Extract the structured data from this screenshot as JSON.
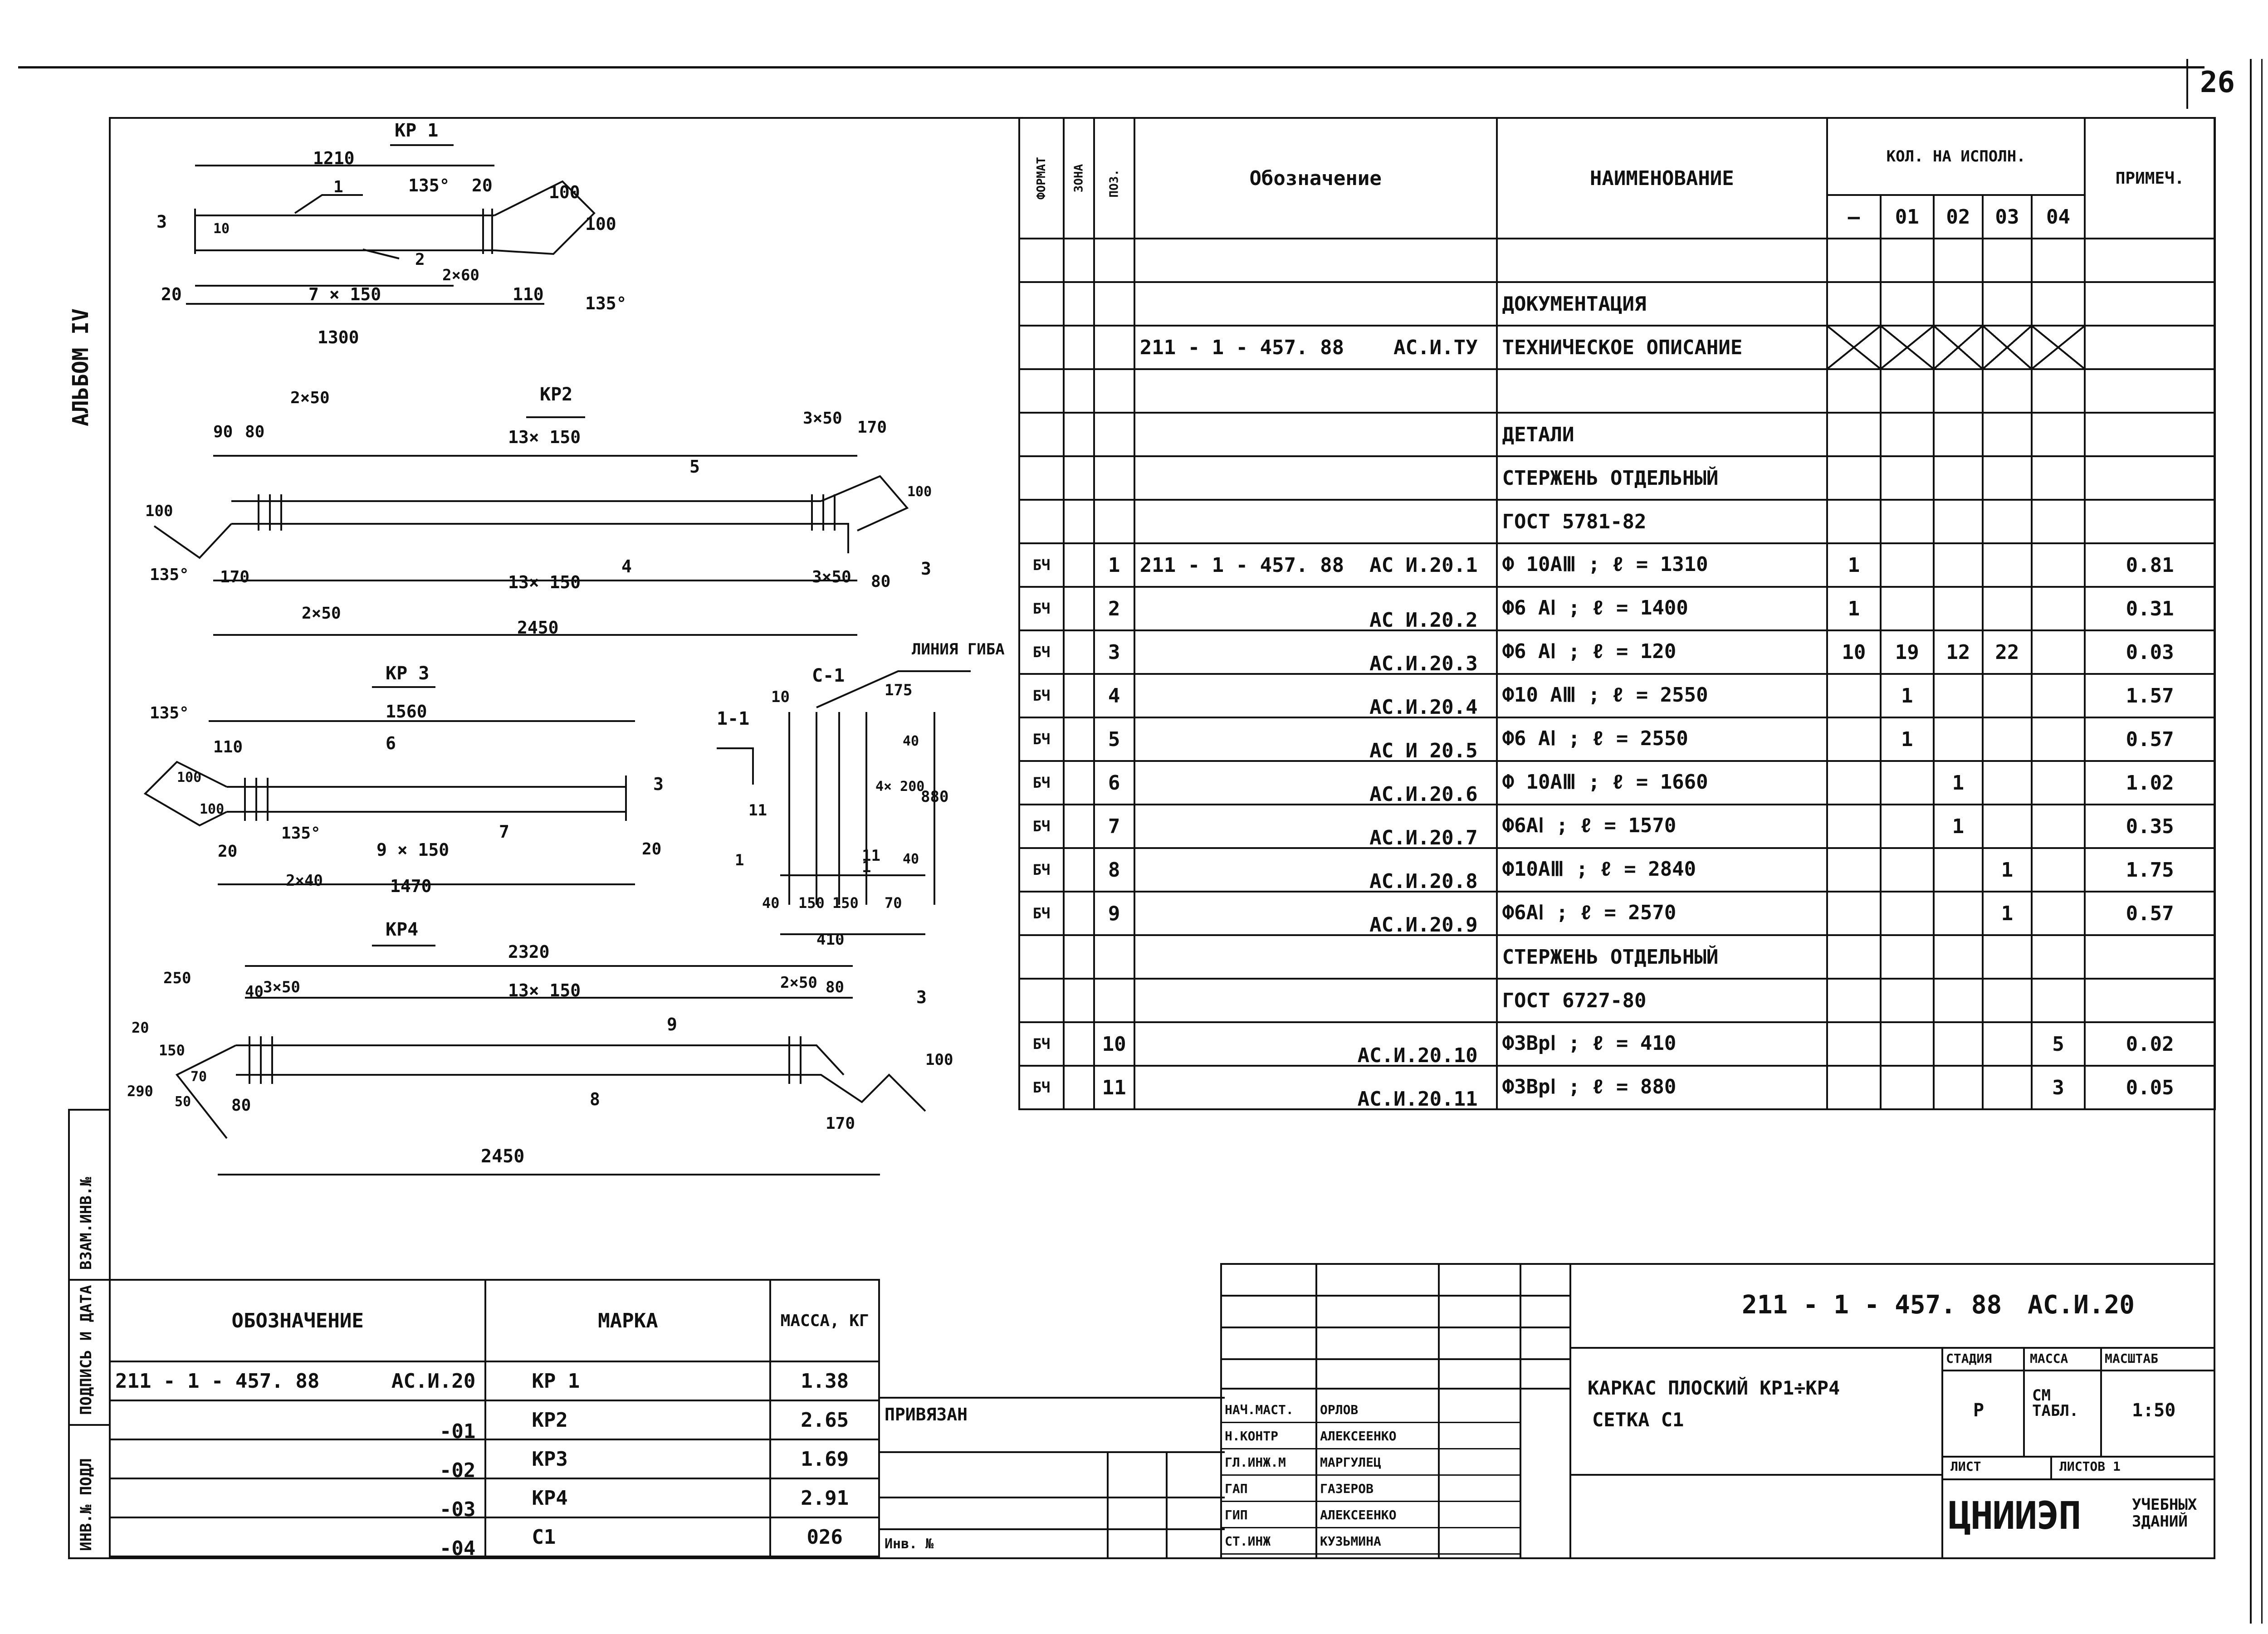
{
  "page_number": "26",
  "album": "АЛЬБОМ IV",
  "side_labels": [
    "ИНВ.№ ПОДЛ",
    "ПОДПИСЬ И ДАТА",
    "ВЗАМ.ИНВ.№"
  ],
  "drawings": {
    "kr1": {
      "title": "КР 1",
      "dims": [
        "1210",
        "135°",
        "20",
        "100",
        "100",
        "3",
        "10",
        "20",
        "7 × 150",
        "2×60",
        "110",
        "135°",
        "1300",
        "1",
        "2"
      ]
    },
    "kr2": {
      "title": "КР2",
      "dims": [
        "2×50",
        "90",
        "80",
        "13× 150",
        "3×50",
        "170",
        "5",
        "100",
        "100",
        "135°",
        "170",
        "13× 150",
        "4",
        "3×50",
        "80",
        "3",
        "2×50",
        "2450"
      ]
    },
    "kr3": {
      "title": "КР 3",
      "dims": [
        "135°",
        "1560",
        "110",
        "6",
        "3",
        "100",
        "100",
        "135°",
        "9 × 150",
        "7",
        "20",
        "20",
        "2×40",
        "1470"
      ]
    },
    "kr4": {
      "title": "КР4",
      "dims": [
        "2320",
        "250",
        "40",
        "3×50",
        "13× 150",
        "2×50",
        "80",
        "3",
        "9",
        "100",
        "20",
        "150",
        "70",
        "290",
        "50",
        "80",
        "8",
        "170",
        "2450"
      ]
    },
    "c1": {
      "title": "С-1",
      "section": "1-1",
      "bend_label": "ЛИНИЯ ГИБА",
      "dims": [
        "10",
        "175",
        "40",
        "4× 200",
        "880",
        "40",
        "11",
        "11",
        "1",
        "1",
        "40",
        "150",
        "150",
        "70",
        "410"
      ]
    }
  },
  "spec_header": {
    "format": "ФОРМАТ",
    "zone": "ЗОНА",
    "pos": "ПОЗ.",
    "designation": "Обозначение",
    "name": "НАИМЕНОВАНИЕ",
    "qty": "КОЛ. НА ИСПОЛН.",
    "qty_cols": [
      "–",
      "01",
      "02",
      "03",
      "04"
    ],
    "note": "ПРИМЕЧ."
  },
  "spec_rows": [
    {
      "fmt": "",
      "pos": "",
      "des_a": "",
      "des_b": "",
      "name": "",
      "q": [
        "",
        "",
        "",
        "",
        ""
      ],
      "note": ""
    },
    {
      "fmt": "",
      "pos": "",
      "des_a": "",
      "des_b": "",
      "name": "ДОКУМЕНТАЦИЯ",
      "q": [
        "",
        "",
        "",
        "",
        ""
      ],
      "note": ""
    },
    {
      "fmt": "",
      "pos": "",
      "des_a": "211 - 1 - 457. 88",
      "des_b": "АС.И.ТУ",
      "name": "ТЕХНИЧЕСКОЕ ОПИСАНИЕ",
      "q": [
        "",
        "",
        "",
        "",
        ""
      ],
      "note": "",
      "crossed": true
    },
    {
      "fmt": "",
      "pos": "",
      "des_a": "",
      "des_b": "",
      "name": "",
      "q": [
        "",
        "",
        "",
        "",
        ""
      ],
      "note": ""
    },
    {
      "fmt": "",
      "pos": "",
      "des_a": "",
      "des_b": "",
      "name": "ДЕТАЛИ",
      "q": [
        "",
        "",
        "",
        "",
        ""
      ],
      "note": ""
    },
    {
      "fmt": "",
      "pos": "",
      "des_a": "",
      "des_b": "",
      "name": "СТЕРЖЕНЬ ОТДЕЛЬНЫЙ",
      "q": [
        "",
        "",
        "",
        "",
        ""
      ],
      "note": ""
    },
    {
      "fmt": "",
      "pos": "",
      "des_a": "",
      "des_b": "",
      "name": "ГОСТ 5781-82",
      "q": [
        "",
        "",
        "",
        "",
        ""
      ],
      "note": ""
    },
    {
      "fmt": "БЧ",
      "pos": "1",
      "des_a": "211 - 1 - 457. 88",
      "des_b": "АС И.20.1",
      "name": "Ф 10АⅢ ; ℓ = 1310",
      "q": [
        "1",
        "",
        "",
        "",
        ""
      ],
      "note": "0.81"
    },
    {
      "fmt": "БЧ",
      "pos": "2",
      "des_a": "",
      "des_b": "АС И.20.2",
      "name": "Ф6 АⅠ ; ℓ = 1400",
      "q": [
        "1",
        "",
        "",
        "",
        ""
      ],
      "note": "0.31"
    },
    {
      "fmt": "БЧ",
      "pos": "3",
      "des_a": "",
      "des_b": "АС.И.20.3",
      "name": "Ф6 АⅠ ; ℓ = 120",
      "q": [
        "10",
        "19",
        "12",
        "22",
        ""
      ],
      "note": "0.03"
    },
    {
      "fmt": "БЧ",
      "pos": "4",
      "des_a": "",
      "des_b": "АС.И.20.4",
      "name": "Ф10 АⅢ ; ℓ = 2550",
      "q": [
        "",
        "1",
        "",
        "",
        ""
      ],
      "note": "1.57"
    },
    {
      "fmt": "БЧ",
      "pos": "5",
      "des_a": "",
      "des_b": "АС И 20.5",
      "name": "Ф6 АⅠ ; ℓ = 2550",
      "q": [
        "",
        "1",
        "",
        "",
        ""
      ],
      "note": "0.57"
    },
    {
      "fmt": "БЧ",
      "pos": "6",
      "des_a": "",
      "des_b": "АС.И.20.6",
      "name": "Ф 10АⅢ ; ℓ = 1660",
      "q": [
        "",
        "",
        "1",
        "",
        ""
      ],
      "note": "1.02"
    },
    {
      "fmt": "БЧ",
      "pos": "7",
      "des_a": "",
      "des_b": "АС.И.20.7",
      "name": "Ф6АⅠ ; ℓ = 1570",
      "q": [
        "",
        "",
        "1",
        "",
        ""
      ],
      "note": "0.35"
    },
    {
      "fmt": "БЧ",
      "pos": "8",
      "des_a": "",
      "des_b": "АС.И.20.8",
      "name": "Ф10АⅢ ; ℓ = 2840",
      "q": [
        "",
        "",
        "",
        "1",
        ""
      ],
      "note": "1.75"
    },
    {
      "fmt": "БЧ",
      "pos": "9",
      "des_a": "",
      "des_b": "АС.И.20.9",
      "name": "Ф6АⅠ ; ℓ = 2570",
      "q": [
        "",
        "",
        "",
        "1",
        ""
      ],
      "note": "0.57"
    },
    {
      "fmt": "",
      "pos": "",
      "des_a": "",
      "des_b": "",
      "name": "СТЕРЖЕНЬ ОТДЕЛЬНЫЙ",
      "q": [
        "",
        "",
        "",
        "",
        ""
      ],
      "note": ""
    },
    {
      "fmt": "",
      "pos": "",
      "des_a": "",
      "des_b": "",
      "name": "ГОСТ 6727-80",
      "q": [
        "",
        "",
        "",
        "",
        ""
      ],
      "note": ""
    },
    {
      "fmt": "БЧ",
      "pos": "10",
      "des_a": "",
      "des_b": "АС.И.20.10",
      "name": "Ф3ВрⅠ ; ℓ = 410",
      "q": [
        "",
        "",
        "",
        "",
        "5"
      ],
      "note": "0.02"
    },
    {
      "fmt": "БЧ",
      "pos": "11",
      "des_a": "",
      "des_b": "АС.И.20.11",
      "name": "Ф3ВрⅠ ; ℓ = 880",
      "q": [
        "",
        "",
        "",
        "",
        "3"
      ],
      "note": "0.05"
    }
  ],
  "mass_table": {
    "headers": [
      "ОБОЗНАЧЕНИЕ",
      "МАРКА",
      "МАССА, КГ"
    ],
    "rows": [
      {
        "des_a": "211 - 1 - 457. 88",
        "des_b": "АС.И.20",
        "mark": "КР 1",
        "mass": "1.38"
      },
      {
        "des_a": "",
        "des_b": "-01",
        "mark": "КР2",
        "mass": "2.65"
      },
      {
        "des_a": "",
        "des_b": "-02",
        "mark": "КР3",
        "mass": "1.69"
      },
      {
        "des_a": "",
        "des_b": "-03",
        "mark": "КР4",
        "mass": "2.91"
      },
      {
        "des_a": "",
        "des_b": "-04",
        "mark": "С1",
        "mass": "026"
      }
    ]
  },
  "privyazan": "ПРИВЯЗАН",
  "inv_no": "Инв. №",
  "stamp": {
    "roles": [
      {
        "role": "НАЧ.МАСТ.",
        "name": "ОРЛОВ"
      },
      {
        "role": "Н.КОНТР",
        "name": "АЛЕКСЕЕНКО"
      },
      {
        "role": "ГЛ.ИНЖ.М",
        "name": "МАРГУЛЕЦ"
      },
      {
        "role": "ГАП",
        "name": "ГАЗЕРОВ"
      },
      {
        "role": "ГИП",
        "name": "АЛЕКСЕЕНКО"
      },
      {
        "role": "СТ.ИНЖ",
        "name": "КУЗЬМИНА"
      }
    ],
    "doc_code": "211 - 1 - 457. 88",
    "doc_mark": "АС.И.20",
    "title_line1": "КАРКАС ПЛОСКИЙ КР1÷КР4",
    "title_line2": "СЕТКА С1",
    "stage_label": "СТАДИЯ",
    "mass_label": "МАССА",
    "scale_label": "МАСШТАБ",
    "stage": "Р",
    "mass": "СМ ТАБЛ.",
    "scale": "1:50",
    "sheet_label": "ЛИСТ",
    "sheets_label": "ЛИСТОВ 1",
    "org_logo": "ЦНИИЭП",
    "org_name": "УЧЕБНЫХ ЗДАНИЙ"
  }
}
